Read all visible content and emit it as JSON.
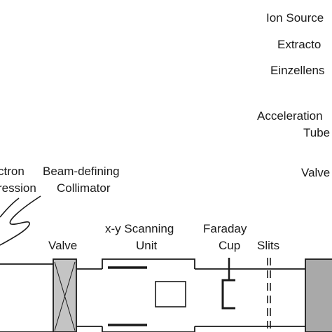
{
  "labels": {
    "ion_source": "Ion Source",
    "extractor": "Extracto",
    "einzellens": "Einzellens",
    "acceleration_1": "Acceleration",
    "acceleration_2": "Tube",
    "valve_right": "Valve",
    "electron_1": "ctron",
    "electron_2": "ression",
    "collimator_1": "Beam-defining",
    "collimator_2": "Collimator",
    "scanning_1": "x-y Scanning",
    "scanning_2": "Unit",
    "faraday_1": "Faraday",
    "faraday_2": "Cup",
    "slits": "Slits",
    "valve_left": "Valve"
  },
  "colors": {
    "line": "#1a1a1a",
    "valve_fill": "#c4c4c4",
    "block_fill": "#a9a9a9"
  }
}
